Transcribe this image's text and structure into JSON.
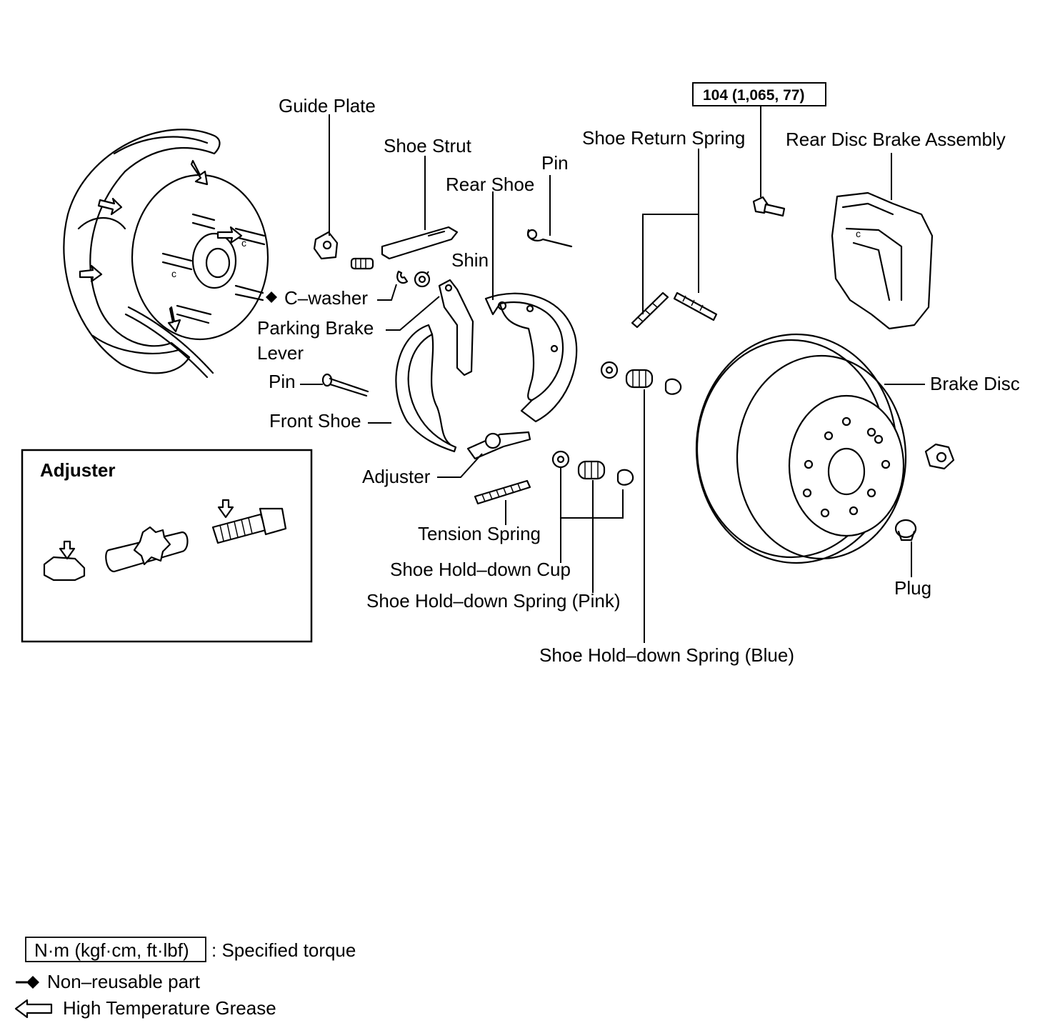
{
  "labels": {
    "guide_plate": "Guide Plate",
    "shoe_strut": "Shoe Strut",
    "pin_top": "Pin",
    "rear_shoe": "Rear Shoe",
    "shin": "Shin",
    "c_washer": "C–washer",
    "parking_brake_lever_1": "Parking Brake",
    "parking_brake_lever_2": "Lever",
    "pin_left": "Pin",
    "front_shoe": "Front Shoe",
    "adjuster": "Adjuster",
    "tension_spring": "Tension Spring",
    "shoe_hold_down_cup": "Shoe Hold–down Cup",
    "shoe_hold_down_spring_pink": "Shoe Hold–down Spring (Pink)",
    "shoe_hold_down_spring_blue": "Shoe Hold–down Spring (Blue)",
    "shoe_return_spring": "Shoe Return Spring",
    "rear_disc_brake_assembly": "Rear Disc Brake Assembly",
    "brake_disc": "Brake Disc",
    "plug": "Plug"
  },
  "torque": {
    "value": "104 (1,065, 77)"
  },
  "inset": {
    "title": "Adjuster"
  },
  "legend": {
    "torque_box": "N·m (kgf·cm, ft·lbf)",
    "torque_text": ": Specified torque",
    "non_reusable": "Non–reusable part",
    "grease": "High Temperature Grease"
  }
}
